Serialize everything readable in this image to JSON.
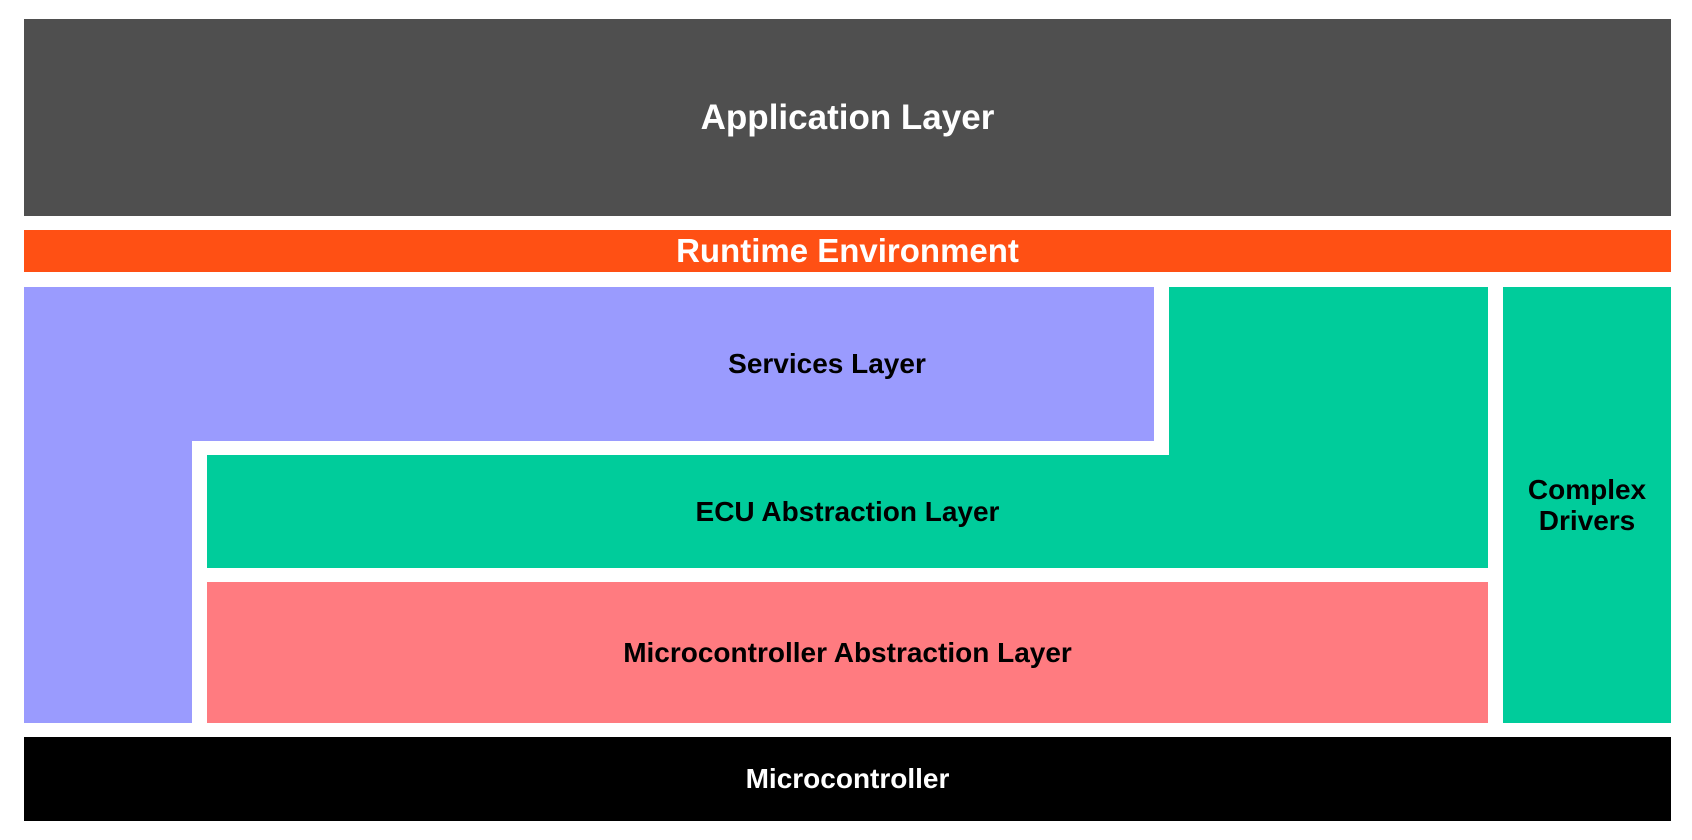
{
  "layers": {
    "application": {
      "label": "Application Layer",
      "color": "#4f4f4f"
    },
    "runtime": {
      "label": "Runtime Environment",
      "color": "#ff5014"
    },
    "services": {
      "label": "Services Layer",
      "color": "#9a9bfe"
    },
    "ecu_abstraction": {
      "label": "ECU Abstraction Layer",
      "color": "#00cc9b"
    },
    "microcontroller_abstraction": {
      "label": "Microcontroller Abstraction Layer",
      "color": "#ff7b80"
    },
    "complex_drivers": {
      "label": "Complex\nDrivers",
      "color": "#00cc9b"
    },
    "microcontroller": {
      "label": "Microcontroller",
      "color": "#000000"
    }
  }
}
